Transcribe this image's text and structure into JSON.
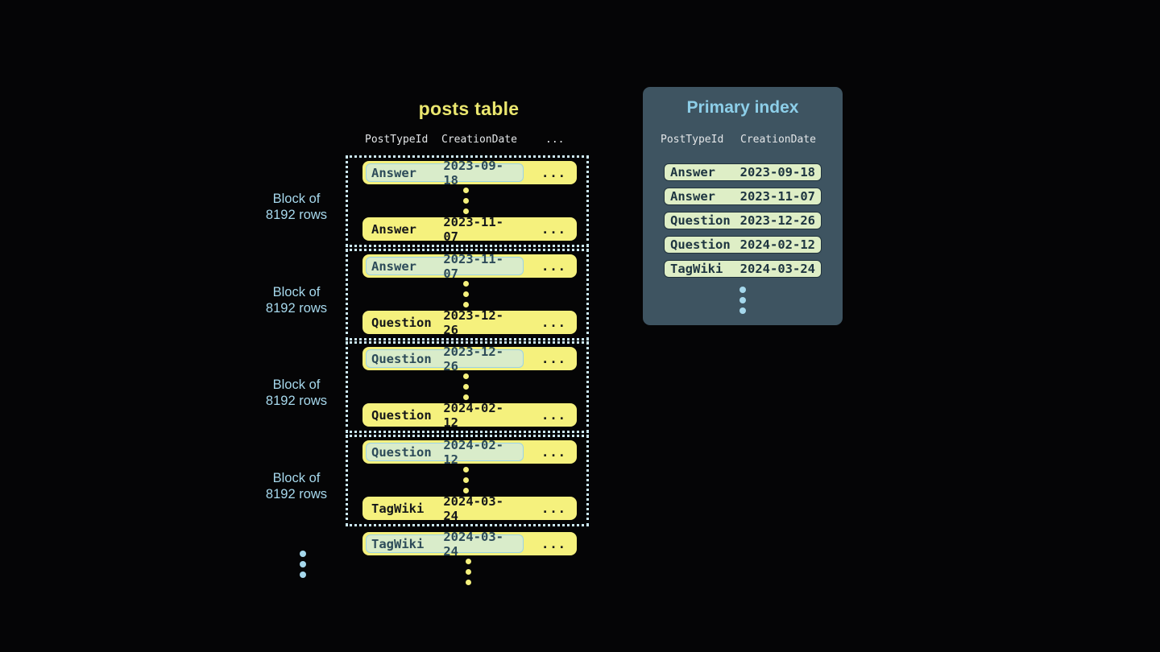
{
  "colors": {
    "bg": "#050506",
    "yellow": "#f5f17d",
    "yellow_title": "#ebe76f",
    "blue_label": "#a6d8ec",
    "blue_title": "#8dcfe9",
    "dotted": "#cdeaf5",
    "mint": "#d9ecca",
    "hl_border": "#9cd3e5",
    "hl_text": "#2d4b59",
    "row_text": "#15171a",
    "header_text": "#e3e6e8",
    "panel": "#3e5461",
    "mint_index": "#deeec6",
    "navy_border": "#20323c",
    "navy_text": "#1d3440"
  },
  "posts_table": {
    "title": "posts table",
    "headers": {
      "post_type_id": "PostTypeId",
      "creation_date": "CreationDate",
      "more": "..."
    },
    "block_label": {
      "line1": "Block of",
      "line2": "8192 rows"
    },
    "row_ellipsis": "...",
    "blocks": [
      {
        "first": {
          "type": "Answer",
          "date": "2023-09-18"
        },
        "last": {
          "type": "Answer",
          "date": "2023-11-07"
        }
      },
      {
        "first": {
          "type": "Answer",
          "date": "2023-11-07"
        },
        "last": {
          "type": "Question",
          "date": "2023-12-26"
        }
      },
      {
        "first": {
          "type": "Question",
          "date": "2023-12-26"
        },
        "last": {
          "type": "Question",
          "date": "2024-02-12"
        }
      },
      {
        "first": {
          "type": "Question",
          "date": "2024-02-12"
        },
        "last": {
          "type": "TagWiki",
          "date": "2024-03-24"
        }
      }
    ],
    "overflow_row": {
      "type": "TagWiki",
      "date": "2024-03-24"
    }
  },
  "primary_index": {
    "title": "Primary index",
    "headers": {
      "post_type_id": "PostTypeId",
      "creation_date": "CreationDate"
    },
    "rows": [
      {
        "type": "Answer",
        "date": "2023-09-18"
      },
      {
        "type": "Answer",
        "date": "2023-11-07"
      },
      {
        "type": "Question",
        "date": "2023-12-26"
      },
      {
        "type": "Question",
        "date": "2024-02-12"
      },
      {
        "type": "TagWiki",
        "date": "2024-03-24"
      }
    ]
  }
}
